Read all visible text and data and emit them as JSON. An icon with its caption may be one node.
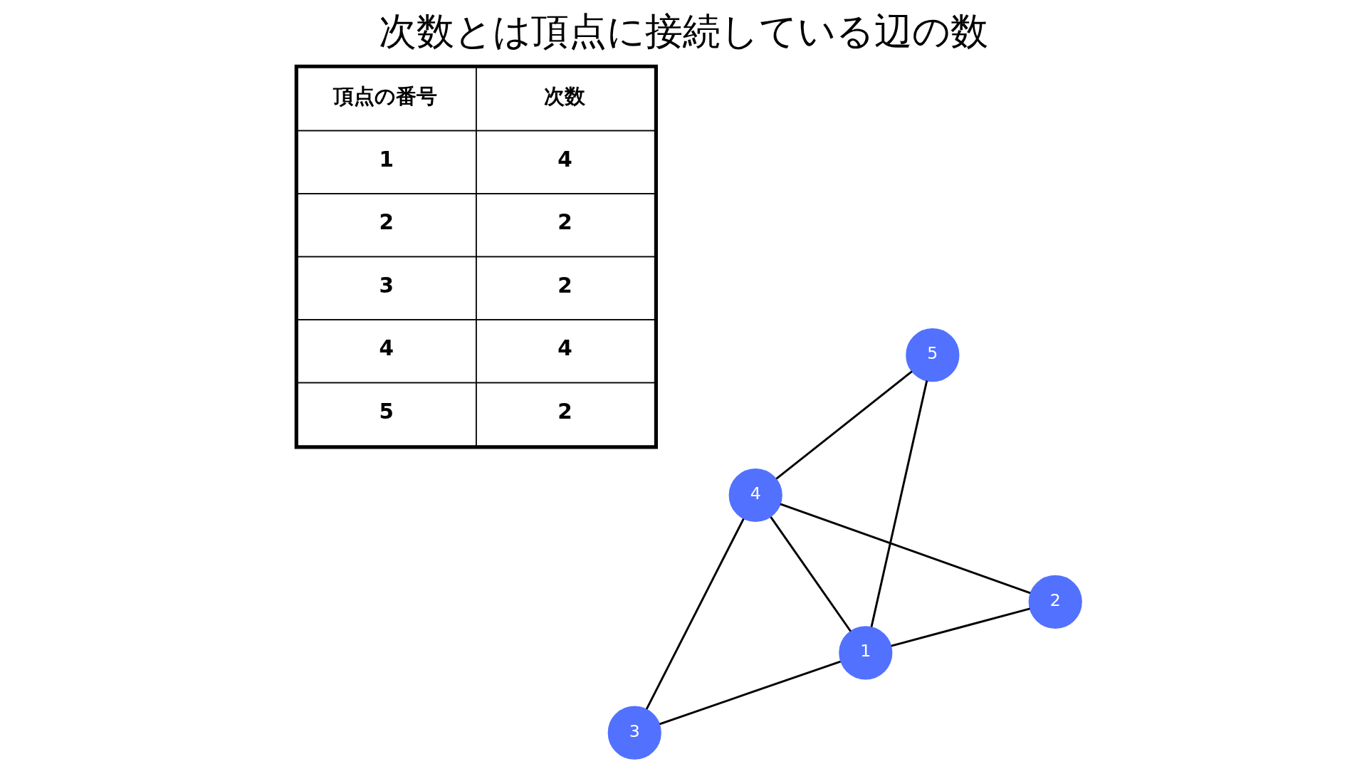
{
  "diagram": {
    "title": "次数とは頂点に接続している辺の数",
    "nodes": [
      {
        "text": [
          "1"
        ]
      },
      {
        "text": [
          "2"
        ]
      },
      {
        "text": [
          "3"
        ]
      },
      {
        "text": [
          "4"
        ]
      },
      {
        "text": [
          "5"
        ]
      }
    ],
    "edges": [
      {
        "from": 0,
        "to": 4,
        "arrow": "none"
      },
      {
        "from": 0,
        "to": 3,
        "arrow": "none"
      },
      {
        "from": 0,
        "to": 1,
        "arrow": "none"
      },
      {
        "from": 0,
        "to": 2,
        "arrow": "none"
      },
      {
        "from": 4,
        "to": 3,
        "arrow": "none"
      },
      {
        "from": 1,
        "to": 3,
        "arrow": "none"
      },
      {
        "from": 2,
        "to": 3,
        "arrow": "none"
      }
    ],
    "labels": [
      "頂点の番号",
      "次数",
      "1",
      "4",
      "2",
      "2",
      "3",
      "2",
      "4",
      "4",
      "5",
      "2"
    ]
  }
}
